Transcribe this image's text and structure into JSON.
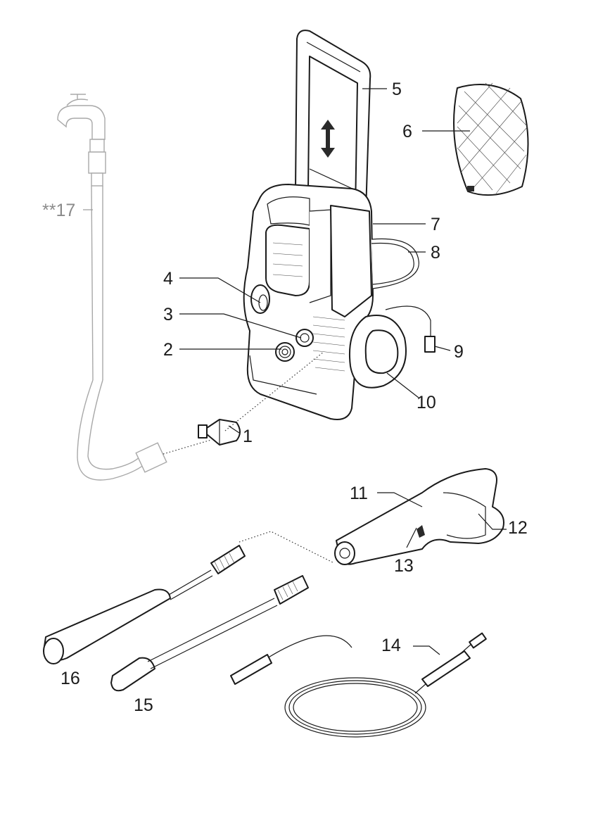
{
  "diagram": {
    "title": "Pressure washer components overview",
    "labels": [
      {
        "id": "1",
        "text": "1"
      },
      {
        "id": "2",
        "text": "2"
      },
      {
        "id": "3",
        "text": "3"
      },
      {
        "id": "4",
        "text": "4"
      },
      {
        "id": "5",
        "text": "5"
      },
      {
        "id": "6",
        "text": "6"
      },
      {
        "id": "7",
        "text": "7"
      },
      {
        "id": "8",
        "text": "8"
      },
      {
        "id": "9",
        "text": "9"
      },
      {
        "id": "10",
        "text": "10"
      },
      {
        "id": "11",
        "text": "11"
      },
      {
        "id": "12",
        "text": "12"
      },
      {
        "id": "13",
        "text": "13"
      },
      {
        "id": "14",
        "text": "14"
      },
      {
        "id": "15",
        "text": "15"
      },
      {
        "id": "16",
        "text": "16"
      },
      {
        "id": "17",
        "text": "**17"
      }
    ]
  }
}
